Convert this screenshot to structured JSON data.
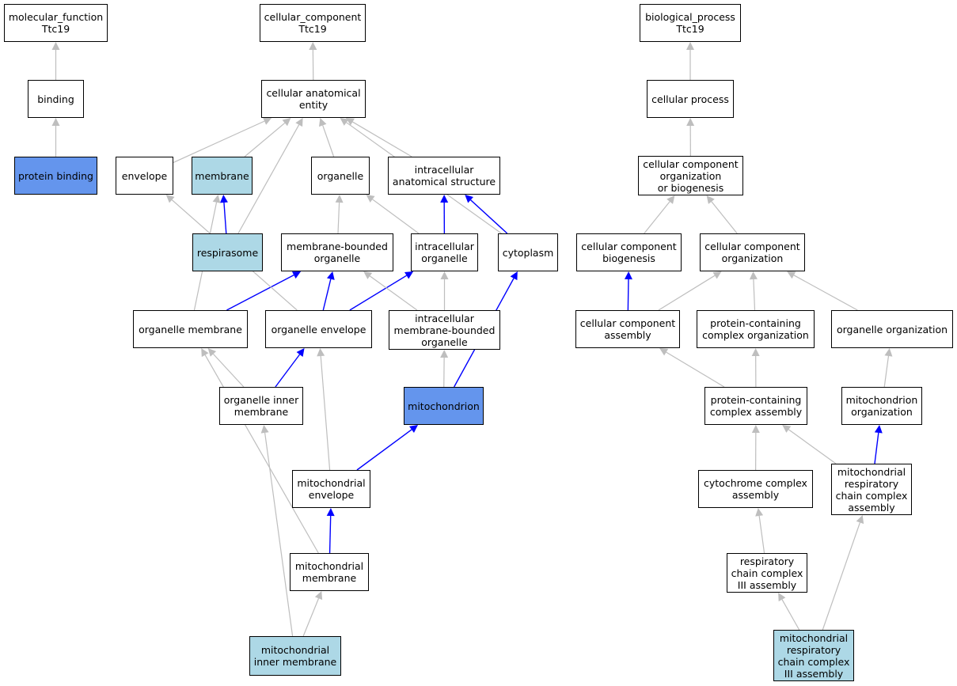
{
  "colors": {
    "is_a_edge": "#bebebe",
    "part_of_edge": "#0000ff",
    "annotated_direct": "#6495ed",
    "annotated_inferred": "#add8e6",
    "node_default": "#ffffff"
  },
  "nodes": {
    "mf_root": {
      "label": "molecular_function\nTtc19",
      "fill": "default"
    },
    "binding": {
      "label": "binding",
      "fill": "default"
    },
    "protein_binding": {
      "label": "protein binding",
      "fill": "dark"
    },
    "cc_root": {
      "label": "cellular_component\nTtc19",
      "fill": "default"
    },
    "cellular_anatomical_entity": {
      "label": "cellular anatomical\nentity",
      "fill": "default"
    },
    "envelope": {
      "label": "envelope",
      "fill": "default"
    },
    "membrane": {
      "label": "membrane",
      "fill": "light"
    },
    "organelle": {
      "label": "organelle",
      "fill": "default"
    },
    "intracellular_anatomical_structure": {
      "label": "intracellular\nanatomical structure",
      "fill": "default"
    },
    "respirasome": {
      "label": "respirasome",
      "fill": "light"
    },
    "membrane_bounded_organelle": {
      "label": "membrane-bounded\norganelle",
      "fill": "default"
    },
    "intracellular_organelle": {
      "label": "intracellular\norganelle",
      "fill": "default"
    },
    "cytoplasm": {
      "label": "cytoplasm",
      "fill": "default"
    },
    "organelle_membrane": {
      "label": "organelle membrane",
      "fill": "default"
    },
    "organelle_envelope": {
      "label": "organelle envelope",
      "fill": "default"
    },
    "intracellular_mbo": {
      "label": "intracellular\nmembrane-bounded\norganelle",
      "fill": "default"
    },
    "organelle_inner_membrane": {
      "label": "organelle inner\nmembrane",
      "fill": "default"
    },
    "mitochondrion": {
      "label": "mitochondrion",
      "fill": "dark"
    },
    "mitochondrial_envelope": {
      "label": "mitochondrial\nenvelope",
      "fill": "default"
    },
    "mitochondrial_membrane": {
      "label": "mitochondrial\nmembrane",
      "fill": "default"
    },
    "mitochondrial_inner_membrane": {
      "label": "mitochondrial\ninner membrane",
      "fill": "light"
    },
    "bp_root": {
      "label": "biological_process\nTtc19",
      "fill": "default"
    },
    "cellular_process": {
      "label": "cellular process",
      "fill": "default"
    },
    "ccob": {
      "label": "cellular component\norganization\nor biogenesis",
      "fill": "default"
    },
    "cc_biogenesis": {
      "label": "cellular component\nbiogenesis",
      "fill": "default"
    },
    "cc_organization": {
      "label": "cellular component\norganization",
      "fill": "default"
    },
    "cc_assembly": {
      "label": "cellular component\nassembly",
      "fill": "default"
    },
    "pc_organization": {
      "label": "protein-containing\ncomplex organization",
      "fill": "default"
    },
    "organelle_organization": {
      "label": "organelle organization",
      "fill": "default"
    },
    "pc_assembly": {
      "label": "protein-containing\ncomplex assembly",
      "fill": "default"
    },
    "mito_organization": {
      "label": "mitochondrion\norganization",
      "fill": "default"
    },
    "cyt_complex_assembly": {
      "label": "cytochrome complex\nassembly",
      "fill": "default"
    },
    "mrcc_assembly": {
      "label": "mitochondrial\nrespiratory\nchain complex\nassembly",
      "fill": "default"
    },
    "rcc3_assembly": {
      "label": "respiratory\nchain complex\nIII assembly",
      "fill": "default"
    },
    "mrcc3_assembly": {
      "label": "mitochondrial\nrespiratory\nchain complex\nIII assembly",
      "fill": "light"
    }
  },
  "edges": [
    {
      "from": "binding",
      "to": "mf_root",
      "type": "is_a"
    },
    {
      "from": "protein_binding",
      "to": "binding",
      "type": "is_a"
    },
    {
      "from": "cellular_anatomical_entity",
      "to": "cc_root",
      "type": "is_a"
    },
    {
      "from": "envelope",
      "to": "cellular_anatomical_entity",
      "type": "is_a"
    },
    {
      "from": "membrane",
      "to": "cellular_anatomical_entity",
      "type": "is_a"
    },
    {
      "from": "respirasome",
      "to": "cellular_anatomical_entity",
      "type": "is_a"
    },
    {
      "from": "organelle",
      "to": "cellular_anatomical_entity",
      "type": "is_a"
    },
    {
      "from": "intracellular_anatomical_structure",
      "to": "cellular_anatomical_entity",
      "type": "is_a"
    },
    {
      "from": "cytoplasm",
      "to": "cellular_anatomical_entity",
      "type": "is_a"
    },
    {
      "from": "respirasome",
      "to": "membrane",
      "type": "part_of"
    },
    {
      "from": "membrane_bounded_organelle",
      "to": "organelle",
      "type": "is_a"
    },
    {
      "from": "intracellular_organelle",
      "to": "organelle",
      "type": "is_a"
    },
    {
      "from": "intracellular_organelle",
      "to": "intracellular_anatomical_structure",
      "type": "part_of"
    },
    {
      "from": "cytoplasm",
      "to": "intracellular_anatomical_structure",
      "type": "part_of"
    },
    {
      "from": "organelle_membrane",
      "to": "membrane",
      "type": "is_a"
    },
    {
      "from": "organelle_membrane",
      "to": "membrane_bounded_organelle",
      "type": "part_of"
    },
    {
      "from": "organelle_envelope",
      "to": "envelope",
      "type": "is_a"
    },
    {
      "from": "organelle_envelope",
      "to": "membrane_bounded_organelle",
      "type": "part_of"
    },
    {
      "from": "organelle_envelope",
      "to": "intracellular_organelle",
      "type": "part_of"
    },
    {
      "from": "intracellular_mbo",
      "to": "membrane_bounded_organelle",
      "type": "is_a"
    },
    {
      "from": "intracellular_mbo",
      "to": "intracellular_organelle",
      "type": "is_a"
    },
    {
      "from": "organelle_inner_membrane",
      "to": "organelle_membrane",
      "type": "is_a"
    },
    {
      "from": "organelle_inner_membrane",
      "to": "organelle_envelope",
      "type": "part_of"
    },
    {
      "from": "mitochondrion",
      "to": "intracellular_mbo",
      "type": "is_a"
    },
    {
      "from": "mitochondrion",
      "to": "cytoplasm",
      "type": "part_of"
    },
    {
      "from": "mitochondrial_envelope",
      "to": "organelle_envelope",
      "type": "is_a"
    },
    {
      "from": "mitochondrial_envelope",
      "to": "mitochondrion",
      "type": "part_of"
    },
    {
      "from": "mitochondrial_membrane",
      "to": "organelle_membrane",
      "type": "is_a"
    },
    {
      "from": "mitochondrial_membrane",
      "to": "mitochondrial_envelope",
      "type": "part_of"
    },
    {
      "from": "mitochondrial_inner_membrane",
      "to": "organelle_inner_membrane",
      "type": "is_a"
    },
    {
      "from": "mitochondrial_inner_membrane",
      "to": "mitochondrial_membrane",
      "type": "is_a"
    },
    {
      "from": "cellular_process",
      "to": "bp_root",
      "type": "is_a"
    },
    {
      "from": "ccob",
      "to": "cellular_process",
      "type": "is_a"
    },
    {
      "from": "cc_biogenesis",
      "to": "ccob",
      "type": "is_a"
    },
    {
      "from": "cc_organization",
      "to": "ccob",
      "type": "is_a"
    },
    {
      "from": "cc_assembly",
      "to": "cc_biogenesis",
      "type": "part_of"
    },
    {
      "from": "cc_assembly",
      "to": "cc_organization",
      "type": "is_a"
    },
    {
      "from": "pc_organization",
      "to": "cc_organization",
      "type": "is_a"
    },
    {
      "from": "organelle_organization",
      "to": "cc_organization",
      "type": "is_a"
    },
    {
      "from": "pc_assembly",
      "to": "cc_assembly",
      "type": "is_a"
    },
    {
      "from": "pc_assembly",
      "to": "pc_organization",
      "type": "is_a"
    },
    {
      "from": "mito_organization",
      "to": "organelle_organization",
      "type": "is_a"
    },
    {
      "from": "cyt_complex_assembly",
      "to": "pc_assembly",
      "type": "is_a"
    },
    {
      "from": "mrcc_assembly",
      "to": "pc_assembly",
      "type": "is_a"
    },
    {
      "from": "mrcc_assembly",
      "to": "mito_organization",
      "type": "part_of"
    },
    {
      "from": "rcc3_assembly",
      "to": "cyt_complex_assembly",
      "type": "is_a"
    },
    {
      "from": "mrcc3_assembly",
      "to": "rcc3_assembly",
      "type": "is_a"
    },
    {
      "from": "mrcc3_assembly",
      "to": "mrcc_assembly",
      "type": "is_a"
    }
  ]
}
